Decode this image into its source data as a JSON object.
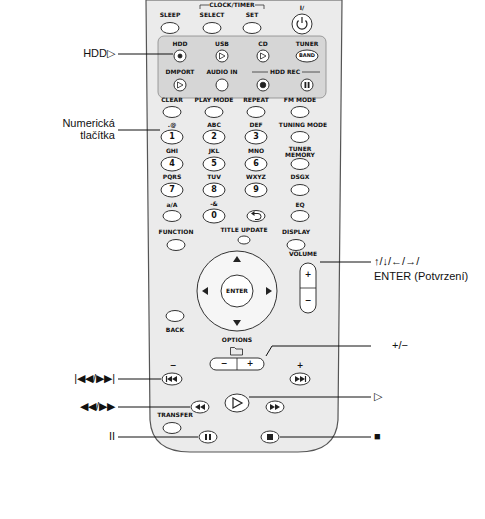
{
  "diagram": {
    "labels": [
      "CLOCK/TIMER",
      "SLEEP",
      "SELECT",
      "SET",
      "I/",
      "HDD",
      "USB",
      "CD",
      "TUNER",
      "BAND",
      "DMPORT",
      "AUDIO IN",
      "HDD REC",
      "CLEAR",
      "PLAY MODE",
      "REPEAT",
      "FM MODE",
      ".@",
      "1",
      "ABC",
      "2",
      "DEF",
      "3",
      "TUNING MODE",
      "GHI",
      "4",
      "JKL",
      "5",
      "MNO",
      "6",
      "TUNER MEMORY",
      "PQRS",
      "7",
      "TUV",
      "8",
      "WXYZ",
      "9",
      "DSGX",
      "a/A",
      "-&",
      "0",
      "EQ",
      "FUNCTION",
      "TITLE UPDATE",
      "DISPLAY",
      "VOLUME",
      "+",
      "ENTER",
      "−",
      "BACK",
      "OPTIONS",
      "−",
      "+",
      "−",
      "+",
      "TRANSFER",
      "HDD▷",
      "Numerická tlačítka",
      "|◀◀/▶▶|",
      "◀◀/▶▶",
      "II",
      "↑/↓/←/→/",
      "ENTER (Potvrzení)",
      "+/−",
      "▷",
      "■"
    ]
  }
}
